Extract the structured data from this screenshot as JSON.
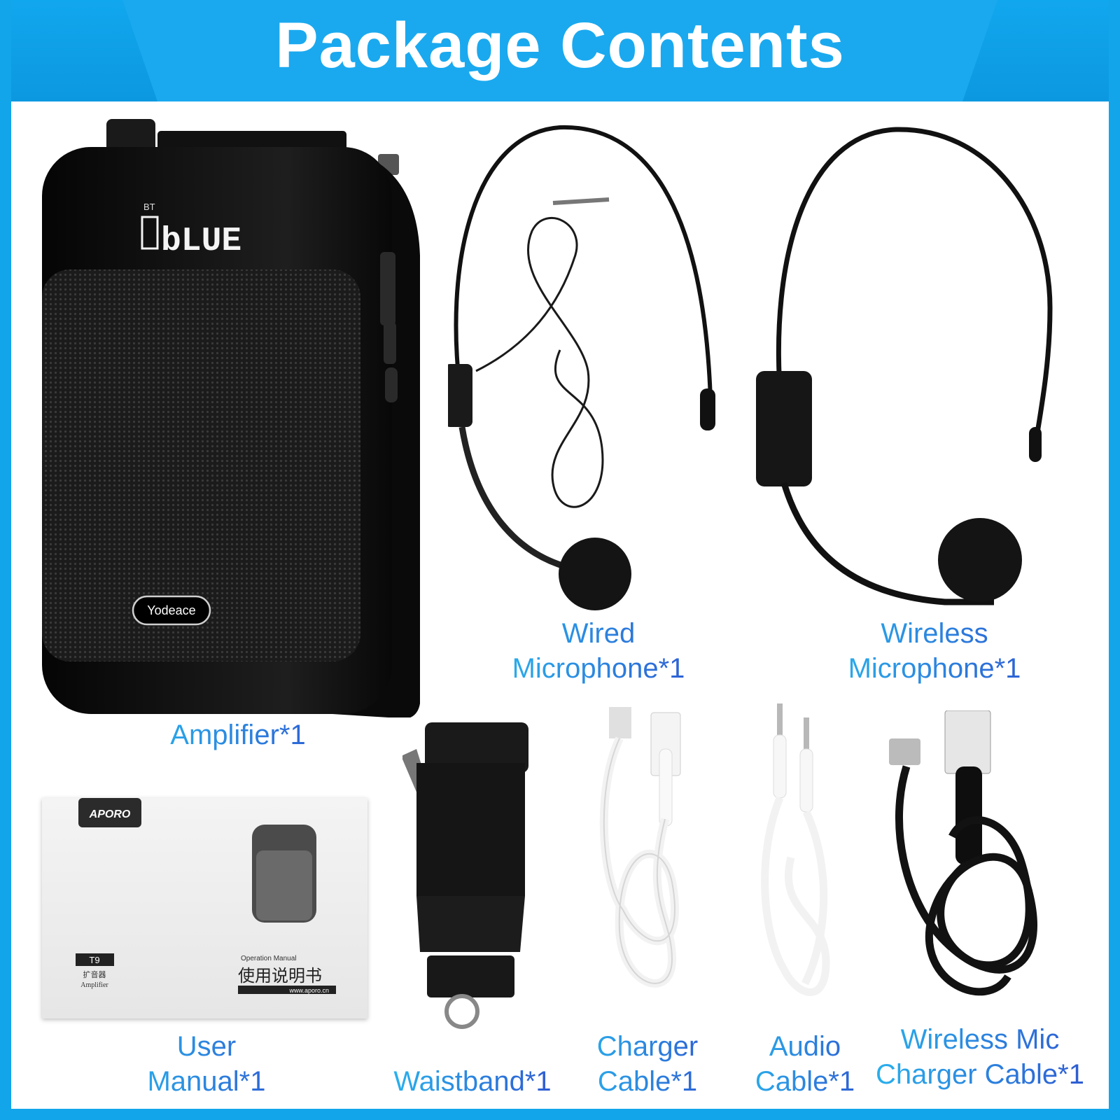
{
  "header": {
    "title": "Package Contents"
  },
  "items": {
    "amplifier": {
      "label": "Amplifier*1",
      "brand": "Yodeace",
      "display_text": "bLUE",
      "bt": "BT"
    },
    "wired_mic": {
      "line1": "Wired",
      "line2": "Microphone*1"
    },
    "wireless_mic": {
      "line1": "Wireless",
      "line2": "Microphone*1"
    },
    "manual": {
      "line1": "User",
      "line2": "Manual*1",
      "brand": "APORO",
      "model": "T9",
      "cn_amp": "扩音器",
      "en_amp": "Amplifier",
      "op_manual": "Operation Manual",
      "cn_title": "使用说明书",
      "url": "www.aporo.cn"
    },
    "waistband": {
      "label": "Waistband*1"
    },
    "charger_cable": {
      "line1": "Charger",
      "line2": "Cable*1"
    },
    "audio_cable": {
      "line1": "Audio",
      "line2": "Cable*1"
    },
    "wireless_charger_cable": {
      "line1": "Wireless Mic",
      "line2": "Charger Cable*1"
    }
  },
  "colors": {
    "banner": "#12a5ea",
    "label_start": "#29b7ee",
    "label_end": "#2e54d0"
  }
}
